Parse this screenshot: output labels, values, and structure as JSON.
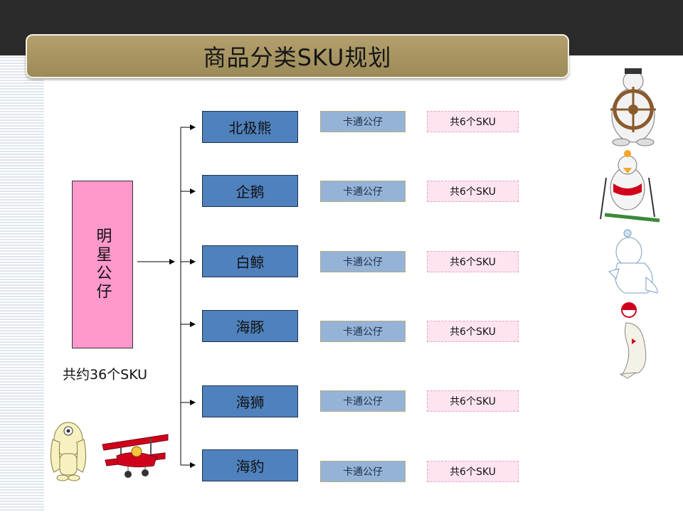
{
  "title": "商品分类SKU规划",
  "root": {
    "label": "明星公仔"
  },
  "total": "共约36个SKU",
  "categories": [
    {
      "name": "北极熊",
      "type": "卡通公仔",
      "sku": "共6个SKU"
    },
    {
      "name": "企鹅",
      "type": "卡通公仔",
      "sku": "共6个SKU"
    },
    {
      "name": "白鲸",
      "type": "卡通公仔",
      "sku": "共6个SKU"
    },
    {
      "name": "海豚",
      "type": "卡通公仔",
      "sku": "共6个SKU"
    },
    {
      "name": "海狮",
      "type": "卡通公仔",
      "sku": "共6个SKU"
    },
    {
      "name": "海豹",
      "type": "卡通公仔",
      "sku": "共6个SKU"
    }
  ],
  "colors": {
    "banner": "#a8955f",
    "root_box": "#ff99cc",
    "category_box": "#4f81bd",
    "type_box": "#95b3d7",
    "sku_box": "#fde4f0"
  },
  "decorations": [
    "polar-bear-mascot",
    "penguin-skier-mascot",
    "beluga-mascot",
    "dolphin-ball-mascot",
    "dog-mascot",
    "red-biplane"
  ]
}
